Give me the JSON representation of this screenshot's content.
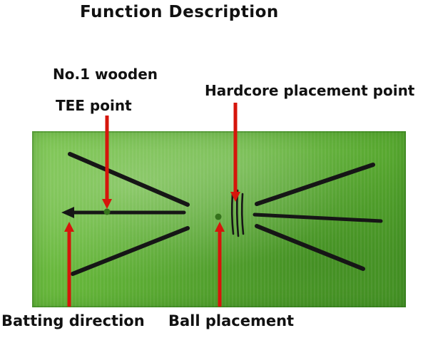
{
  "title": "Function Description",
  "labels": {
    "tee_line1": "No.1 wooden",
    "tee_line2": "TEE point",
    "hardcore": "Hardcore placement point",
    "batting": "Batting direction",
    "ball": "Ball placement"
  },
  "diagram": {
    "subject": "golf-swing-training-mat",
    "markers": [
      "no1-wooden-tee-point",
      "hardcore-placement-point",
      "batting-direction-arrow",
      "ball-placement-point"
    ]
  },
  "colors": {
    "arrow_red": "#d6150b",
    "mat_green": "#61b237",
    "line_black": "#161616",
    "background": "#ffffff"
  }
}
